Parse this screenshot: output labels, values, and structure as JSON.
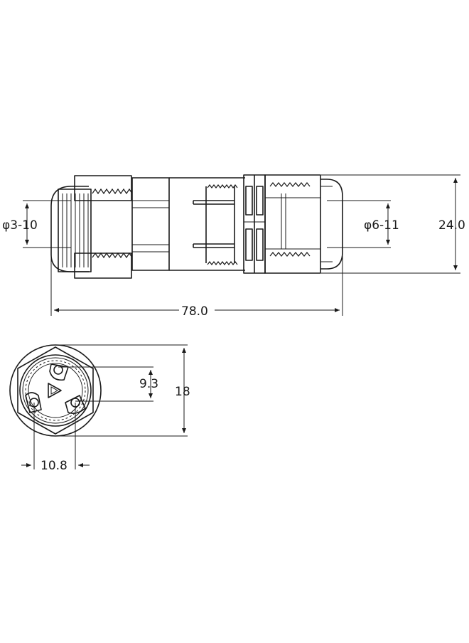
{
  "labels": {
    "left_cable_diameter": "φ3-10",
    "right_cable_diameter": "φ6-11",
    "height": "24.0",
    "length": "78.0",
    "pin_spacing_vertical": "9.3",
    "face_diameter": "18",
    "pin_spacing_horizontal": "10.8"
  }
}
